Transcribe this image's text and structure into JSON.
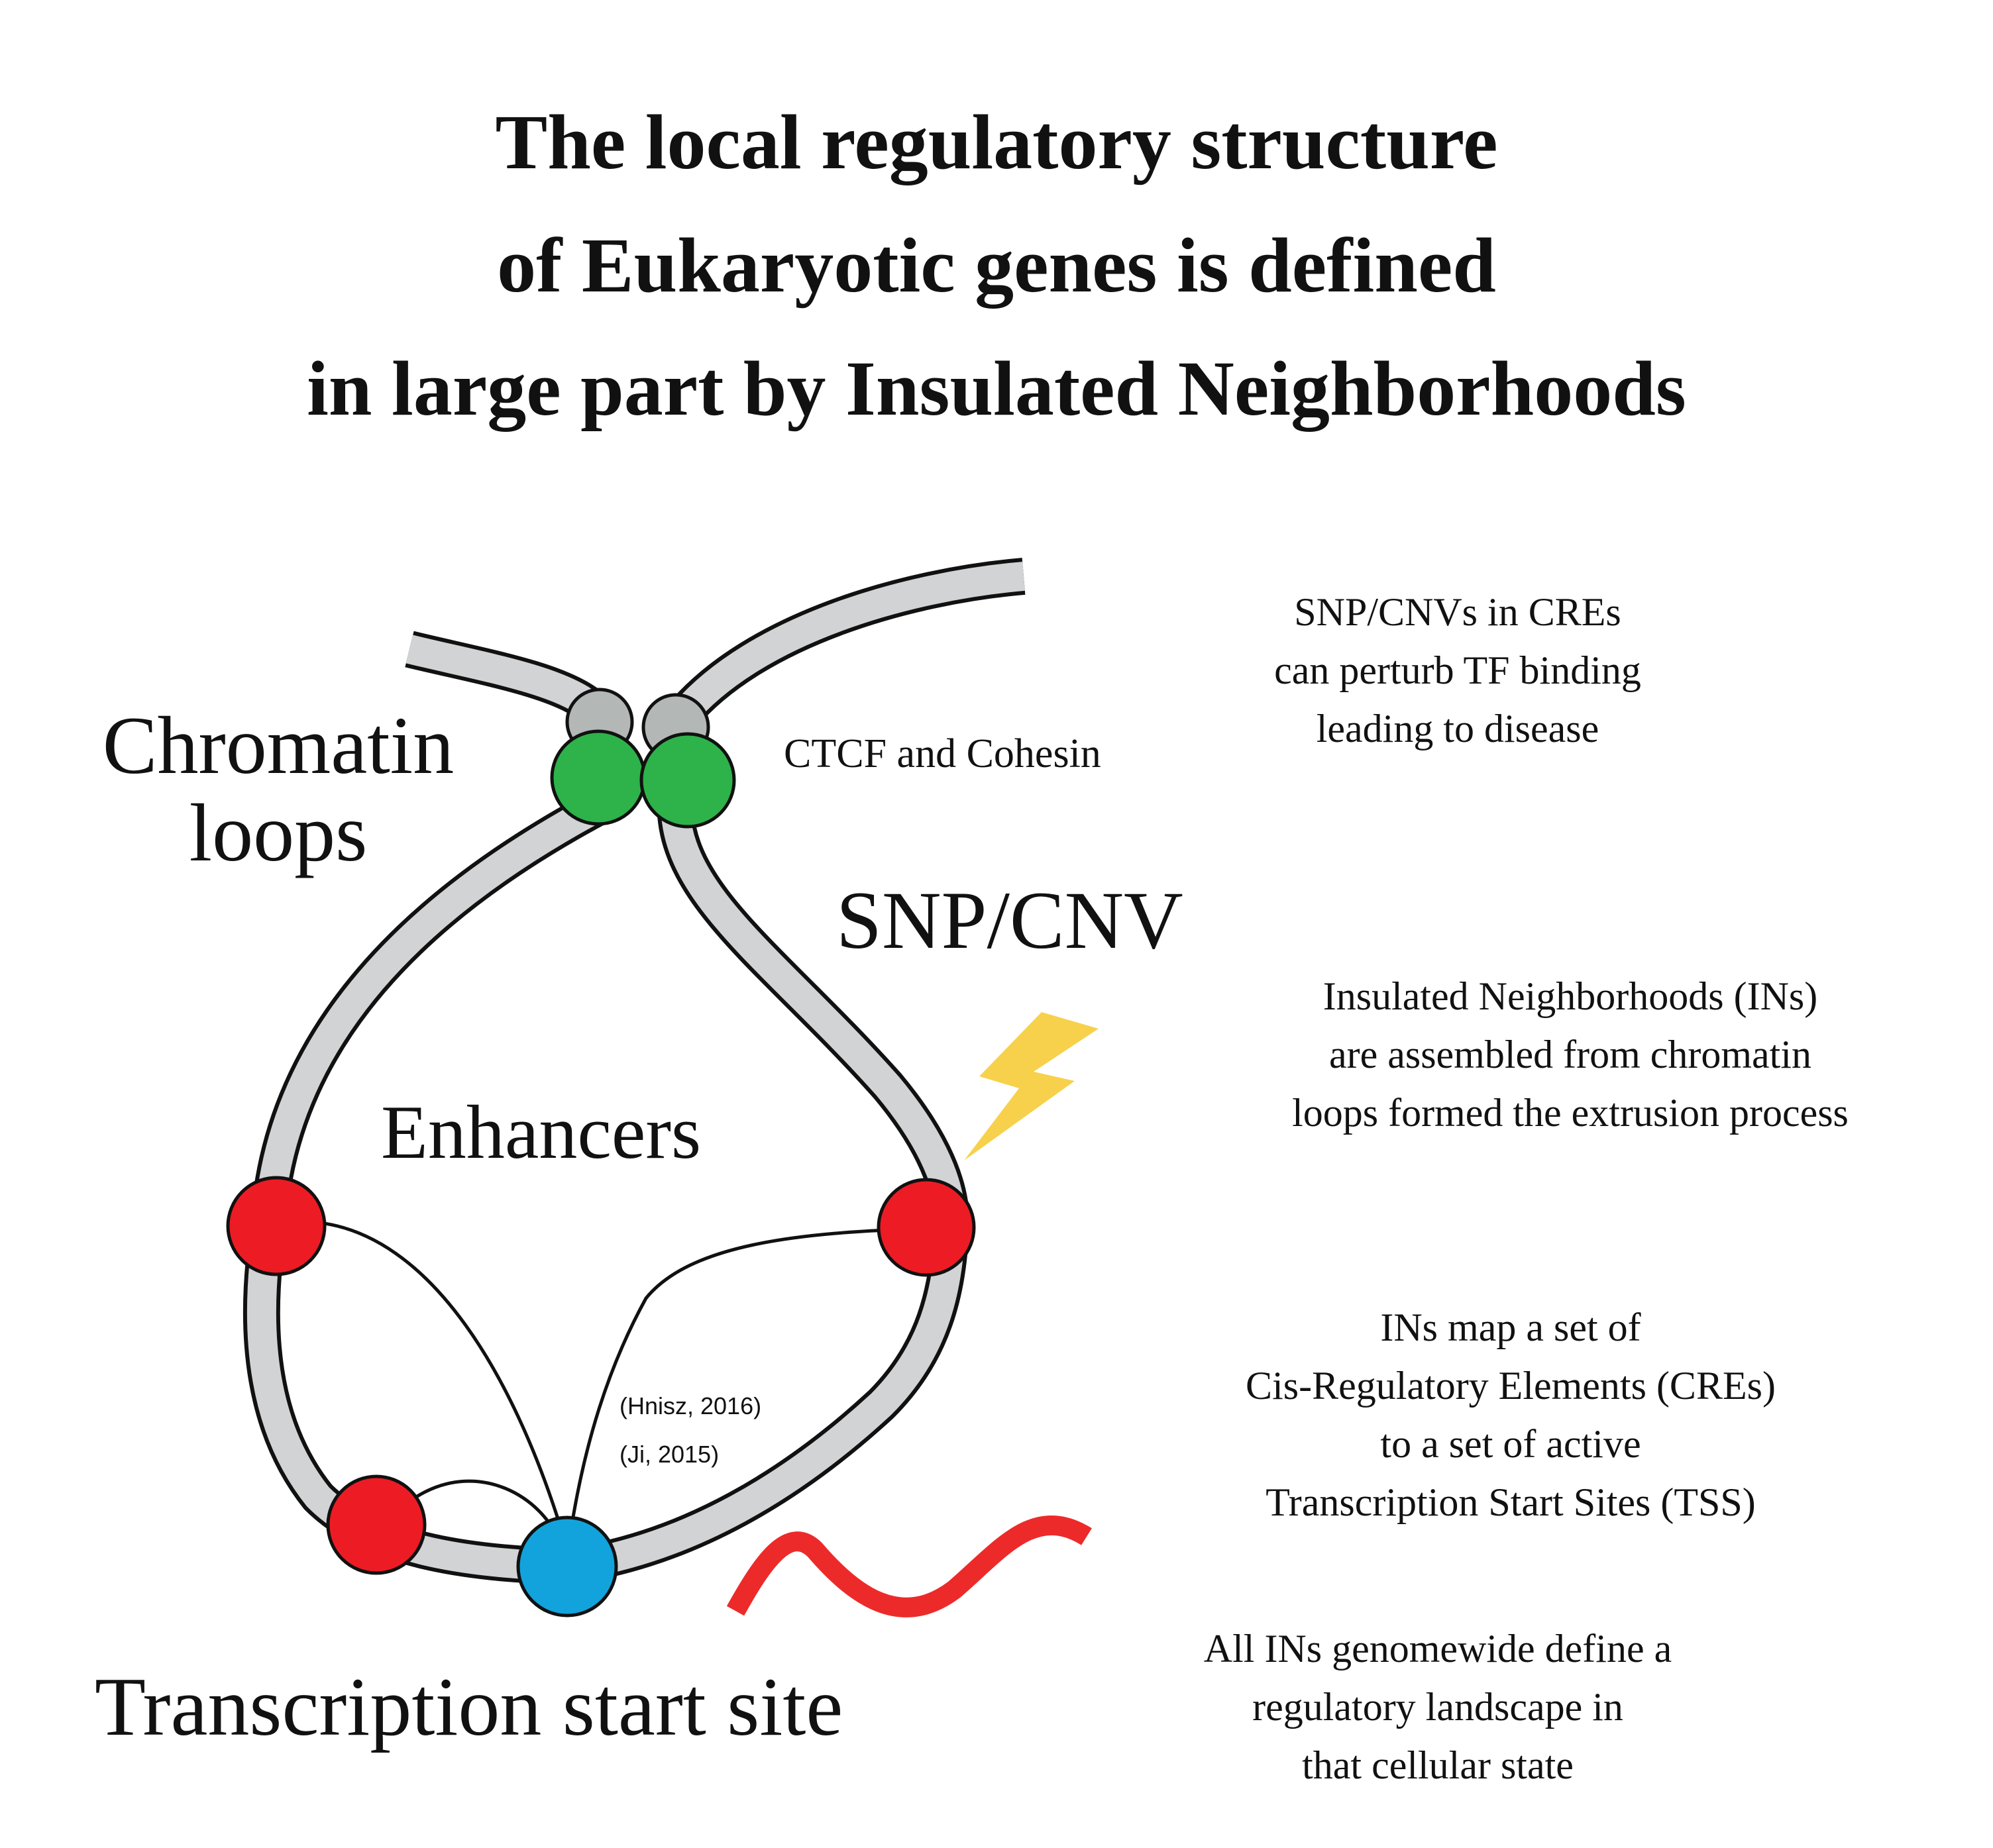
{
  "title": {
    "line1": "The local regulatory structure",
    "line2": "of Eukaryotic genes is defined",
    "line3": "in large part by Insulated Neighborhoods"
  },
  "labels": {
    "chromatin_line1": "Chromatin",
    "chromatin_line2": "loops",
    "ctcf": "CTCF and Cohesin",
    "snp": "SNP/CNV",
    "enhancers": "Enhancers",
    "tss": "Transcription start site",
    "cite1": "(Hnisz, 2016)",
    "cite2": "(Ji, 2015)"
  },
  "notes": {
    "note1": [
      "SNP/CNVs in CREs",
      "can perturb TF binding",
      "leading to disease"
    ],
    "note2": [
      "Insulated Neighborhoods (INs)",
      "are assembled from chromatin",
      "loops formed the extrusion process"
    ],
    "note3": [
      "INs map a set of",
      "Cis-Regulatory Elements (CREs)",
      "to a set of active",
      "Transcription Start Sites (TSS)"
    ],
    "note4": [
      "All INs genomewide define a",
      "regulatory landscape in",
      "that cellular state"
    ]
  },
  "colors": {
    "fiber": "#d1d3d4",
    "outline": "#111111",
    "ctcf": "#2db34a",
    "cohesin": "#b3b7b5",
    "enhancer": "#ed1c24",
    "tss": "#12a3dc",
    "lightning": "#f7d14c",
    "transcript": "#ed2a2a"
  }
}
